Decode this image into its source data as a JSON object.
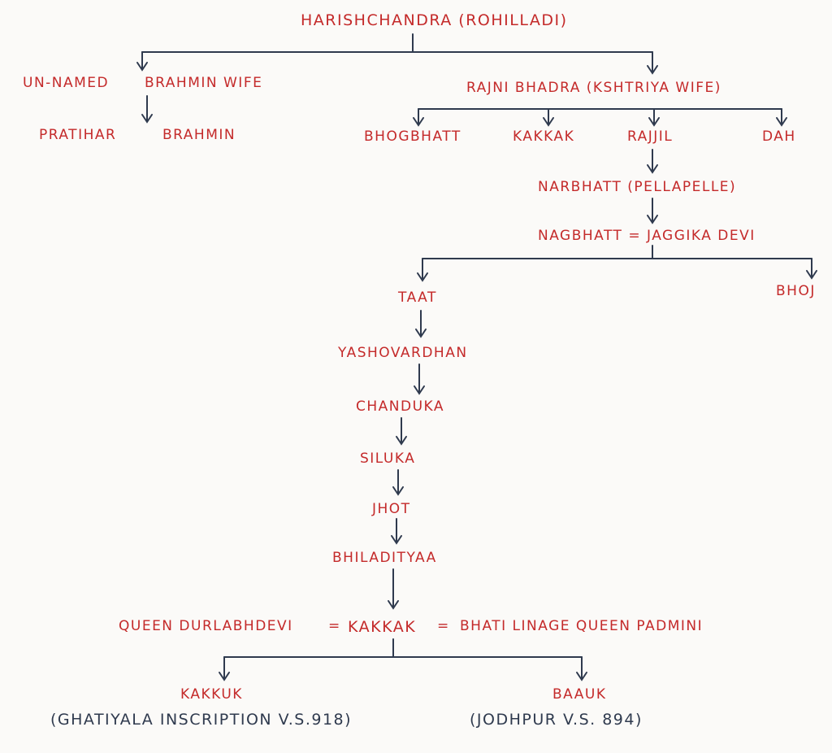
{
  "root": "Harishchandra (Rohilladi)",
  "wife1": "Un-Named",
  "wife1_role": "Brahmin wife",
  "child_pratihar": "Pratihar",
  "child_brahmin": "Brahmin",
  "wife2": "Rajni Bhadra (Kshtriya wife)",
  "sons": [
    "Bhogbhatt",
    "Kakkak",
    "Rajjil",
    "Dah"
  ],
  "narbhatt": "Narbhatt (Pellapelle)",
  "nagbhatt": "Nagbhatt = Jaggika Devi",
  "bhoj": "Bhoj",
  "line": [
    "Taat",
    "Yashovardhan",
    "Chanduka",
    "Siluka",
    "Jhot",
    "Bhiladityaa"
  ],
  "queen1": "Queen Durlabhdevi",
  "eq1": "=",
  "kakkak_king": "Kakkak",
  "eq2": "=",
  "queen2": "Bhati Linage Queen Padmini",
  "kakkuk": "Kakkuk",
  "kakkuk_note": "(Ghatiyala Inscription V.S.918)",
  "baauk": "Baauk",
  "baauk_note": "(Jodhpur V.S. 894)"
}
